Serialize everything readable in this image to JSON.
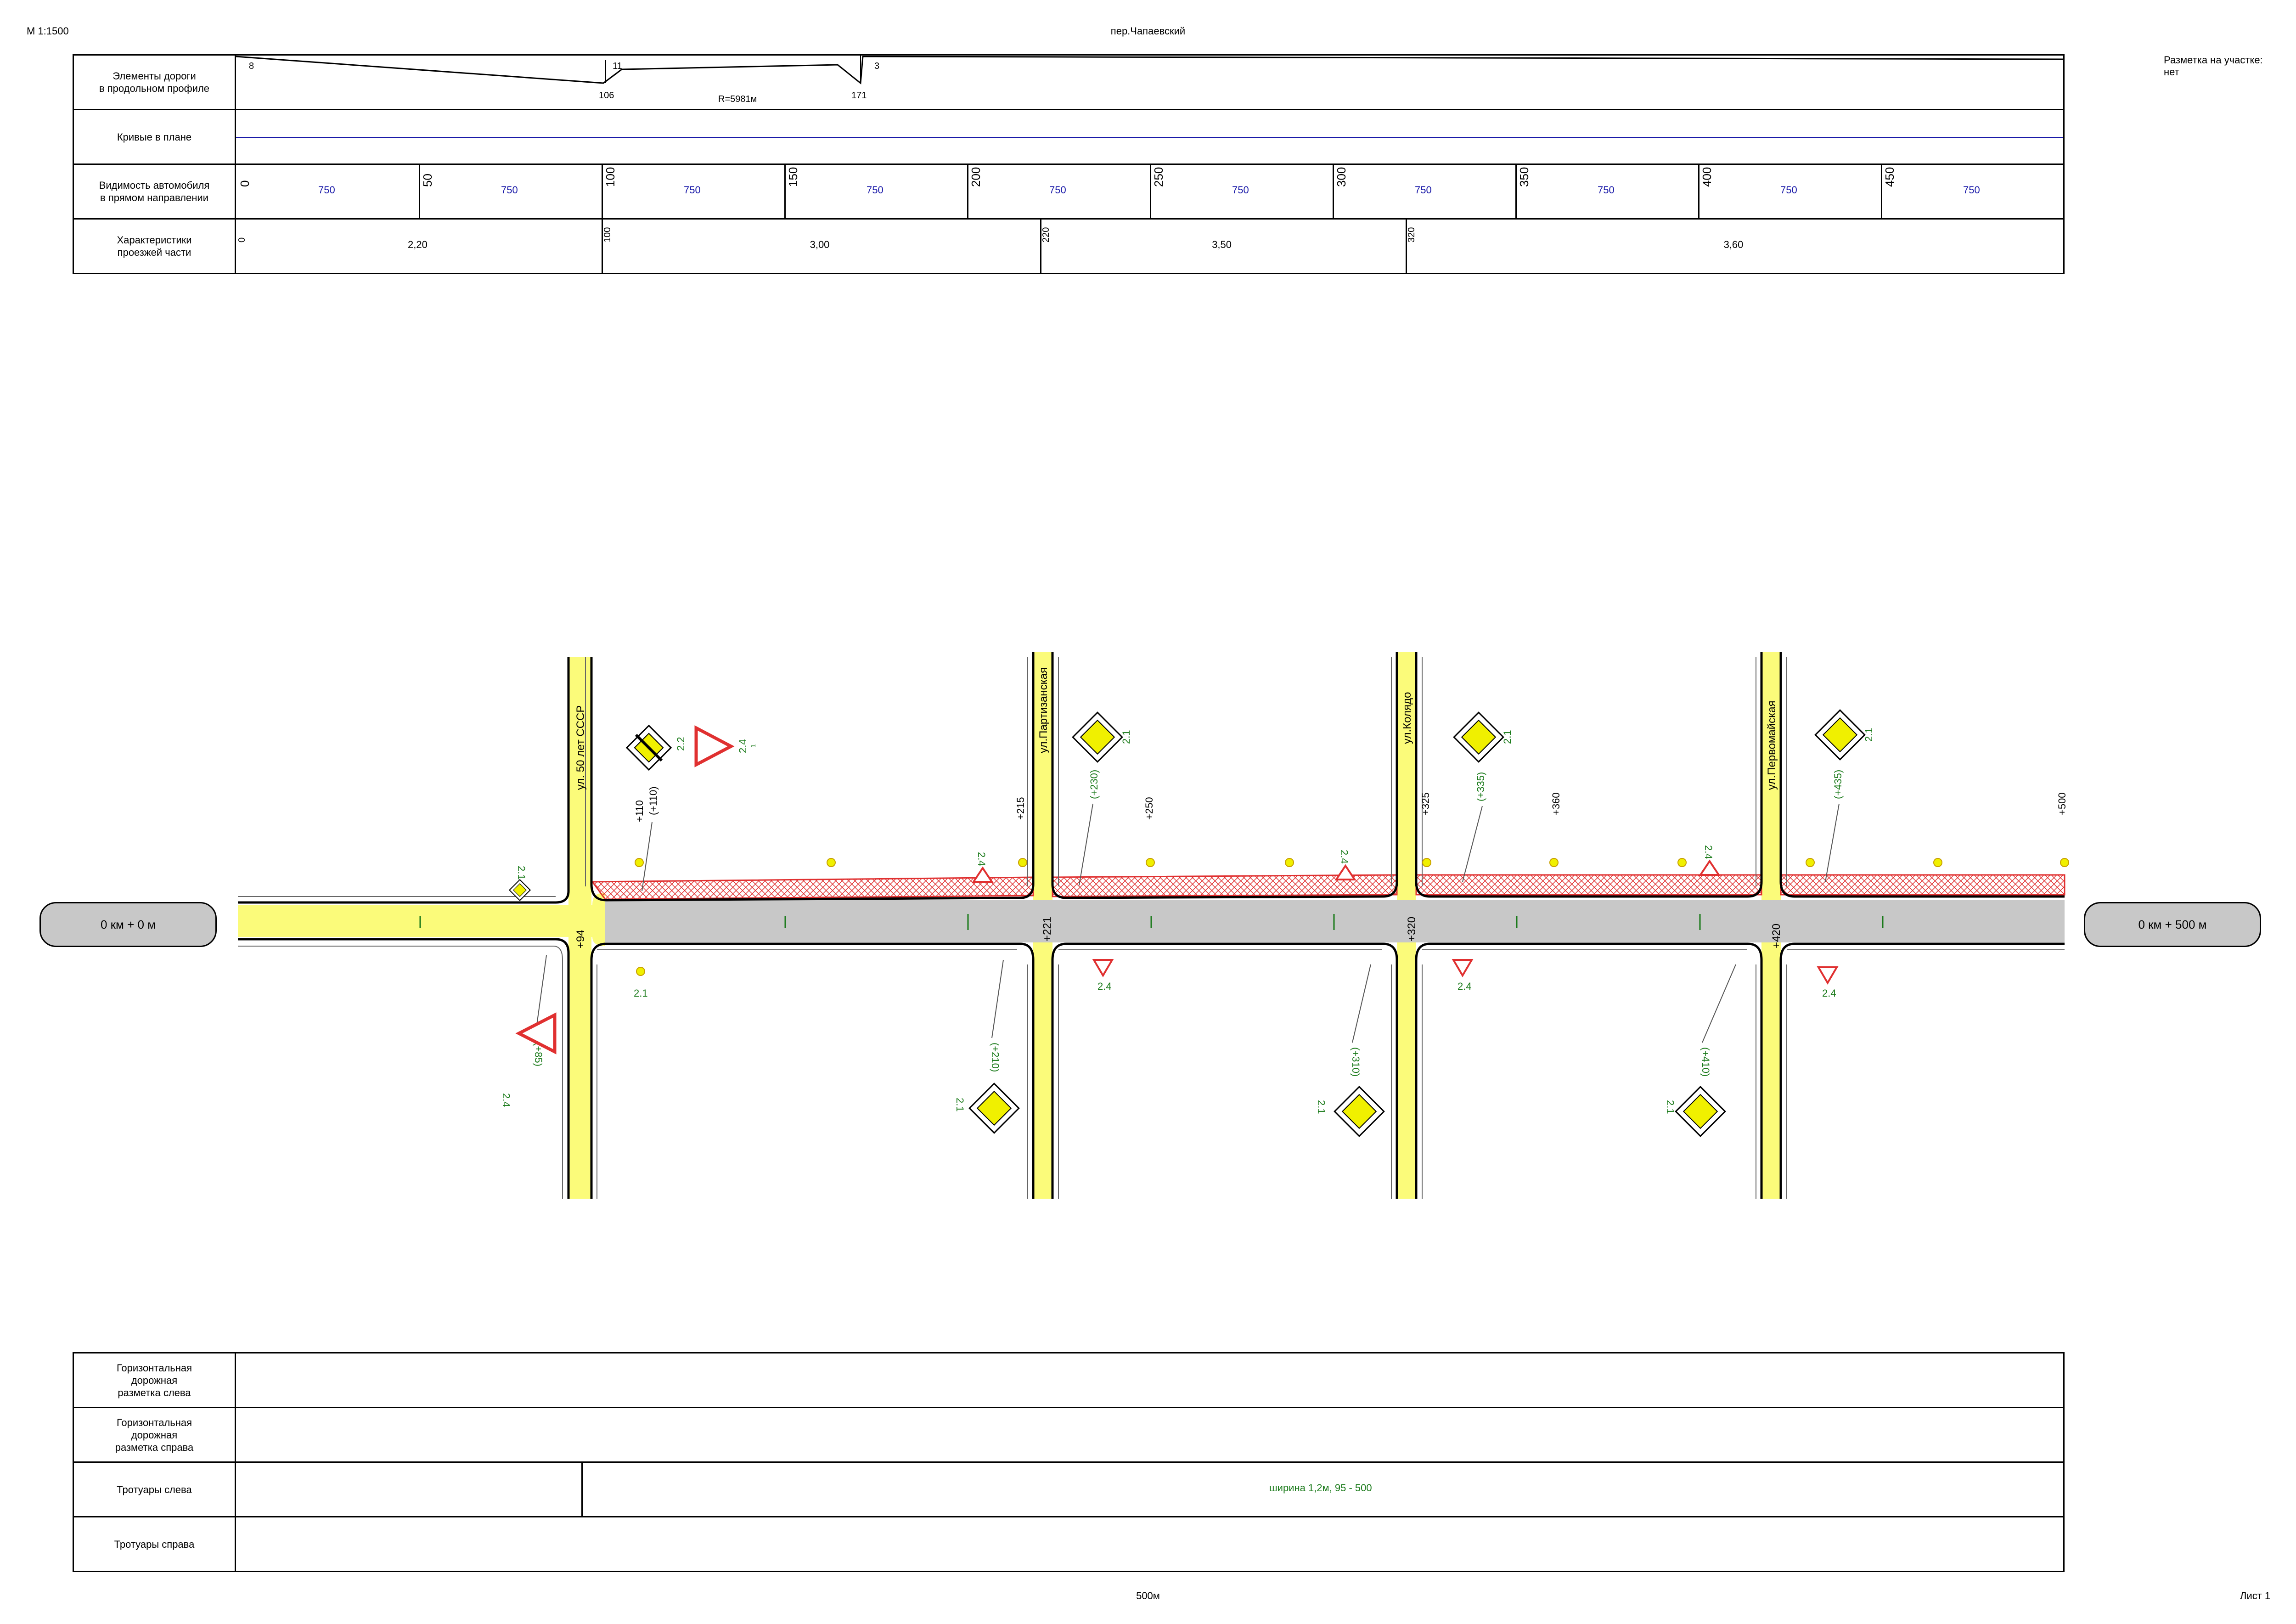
{
  "header": {
    "scale": "М 1:1500",
    "title": "пер.Чапаевский",
    "markup_note_line1": "Разметка на участке:",
    "markup_note_line2": "нет"
  },
  "profile_table": {
    "rows": [
      {
        "label_line1": "Элементы дороги",
        "label_line2": "в продольном профиле"
      },
      {
        "label_line1": "Кривые в плане",
        "label_line2": ""
      },
      {
        "label_line1": "Видимость автомобиля",
        "label_line2": "в прямом направлении"
      },
      {
        "label_line1": "Характеристики",
        "label_line2": "проезжей части"
      }
    ],
    "profile_marks": {
      "start": "8",
      "p1": "106",
      "p2": "11",
      "radius": "R=5981м",
      "p3": "171",
      "end": "3"
    },
    "visibility": [
      {
        "station": "0",
        "value": "750"
      },
      {
        "station": "50",
        "value": "750"
      },
      {
        "station": "100",
        "value": "750"
      },
      {
        "station": "150",
        "value": "750"
      },
      {
        "station": "200",
        "value": "750"
      },
      {
        "station": "250",
        "value": "750"
      },
      {
        "station": "300",
        "value": "750"
      },
      {
        "station": "350",
        "value": "750"
      },
      {
        "station": "400",
        "value": "750"
      },
      {
        "station": "450",
        "value": "750"
      }
    ],
    "carriageway": [
      {
        "station": "0",
        "value": "2,20"
      },
      {
        "station": "100",
        "value": "3,00"
      },
      {
        "station": "220",
        "value": "3,50"
      },
      {
        "station": "320",
        "value": "3,60"
      }
    ]
  },
  "plan": {
    "start_label": "0 км + 0 м",
    "end_label": "0 км + 500 м",
    "streets": [
      {
        "name": "ул. 50 лет СССР",
        "station": "+94"
      },
      {
        "name": "ул.Партизанская",
        "station": "+221"
      },
      {
        "name": "ул.Колядо",
        "station": "+320"
      },
      {
        "name": "ул.Первомайская",
        "station": "+420"
      }
    ],
    "stations_top": [
      "+110",
      "(+110)",
      "+215",
      "(+230)",
      "+250",
      "+325",
      "(+335)",
      "+360",
      "(+435)",
      "+500"
    ],
    "stations_bottom": [
      "(+85)",
      "(+210)",
      "(+310)",
      "(+410)"
    ],
    "sign_codes": {
      "main_road": "2.1",
      "end_main_road": "2.2",
      "give_way": "2.4",
      "count": "1"
    }
  },
  "bottom_table": {
    "rows": [
      {
        "label_line1": "Горизонтальная",
        "label_line2": "дорожная",
        "label_line3": "разметка слева"
      },
      {
        "label_line1": "Горизонтальная",
        "label_line2": "дорожная",
        "label_line3": "разметка справа"
      },
      {
        "label_line1": "Тротуары слева",
        "label_line2": "",
        "label_line3": ""
      },
      {
        "label_line1": "Тротуары справа",
        "label_line2": "",
        "label_line3": ""
      }
    ],
    "sidewalk_left_value": "ширина 1,2м, 95 - 500"
  },
  "footer": {
    "length": "500м",
    "sheet": "Лист 1"
  },
  "colors": {
    "road": "#c8c8c8",
    "side_road": "#fbfb7a",
    "hatch": "#e03030",
    "sign_yellow": "#f0f000",
    "sign_green": "#1a7a1a"
  }
}
